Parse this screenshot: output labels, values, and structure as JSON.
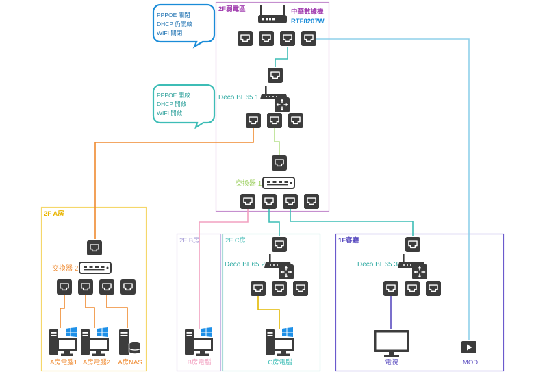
{
  "colors": {
    "purple": "#c58fcf",
    "purple_text": "#a23fb0",
    "blue": "#1a8cd8",
    "teal": "#3dbdb6",
    "teal_text": "#2aa8a0",
    "lightgreen": "#b5e08a",
    "orange": "#ef8a30",
    "yellow_frame": "#f5d76a",
    "lavender": "#c9b8e6",
    "pink": "#f2a0c0",
    "lightteal": "#a9dcd8",
    "indigo": "#6a5acd",
    "lightblue": "#8fd0ea",
    "gold": "#e2b800",
    "win_blue": "#1e90e8",
    "icon_dark": "#3c3c3c"
  },
  "rooms": {
    "room2f": {
      "label": "2F弱電區"
    },
    "roomA": {
      "label": "2F A房"
    },
    "roomB": {
      "label": "2F B房"
    },
    "roomC": {
      "label": "2F C房"
    },
    "room1f": {
      "label": "1F客廳"
    }
  },
  "bubbles": {
    "router_cfg": {
      "lines": [
        "PPPOE 關閉",
        "DHCP 仍開啟",
        "WIFI 關閉"
      ]
    },
    "deco_cfg": {
      "lines": [
        "PPPOE 開啟",
        "DHCP 開啟",
        "WIFI 開啟"
      ]
    }
  },
  "devices": {
    "isp_router": {
      "label_line1": "中華數據機",
      "label_line2": "RTF8207W"
    },
    "deco1": {
      "label": "Deco BE65 1"
    },
    "deco2": {
      "label": "Deco BE65 2"
    },
    "deco3": {
      "label": "Deco BE65 3"
    },
    "switch1": {
      "label": "交換器 1"
    },
    "switch2": {
      "label": "交換器 2"
    }
  },
  "endpoints": {
    "pc_a1": {
      "label": "A房電腦1"
    },
    "pc_a2": {
      "label": "A房電腦2"
    },
    "nas_a": {
      "label": "A房NAS"
    },
    "pc_b": {
      "label": "B房電腦"
    },
    "pc_c": {
      "label": "C房電腦"
    },
    "tv": {
      "label": "電視"
    },
    "mod": {
      "label": "MOD"
    }
  }
}
